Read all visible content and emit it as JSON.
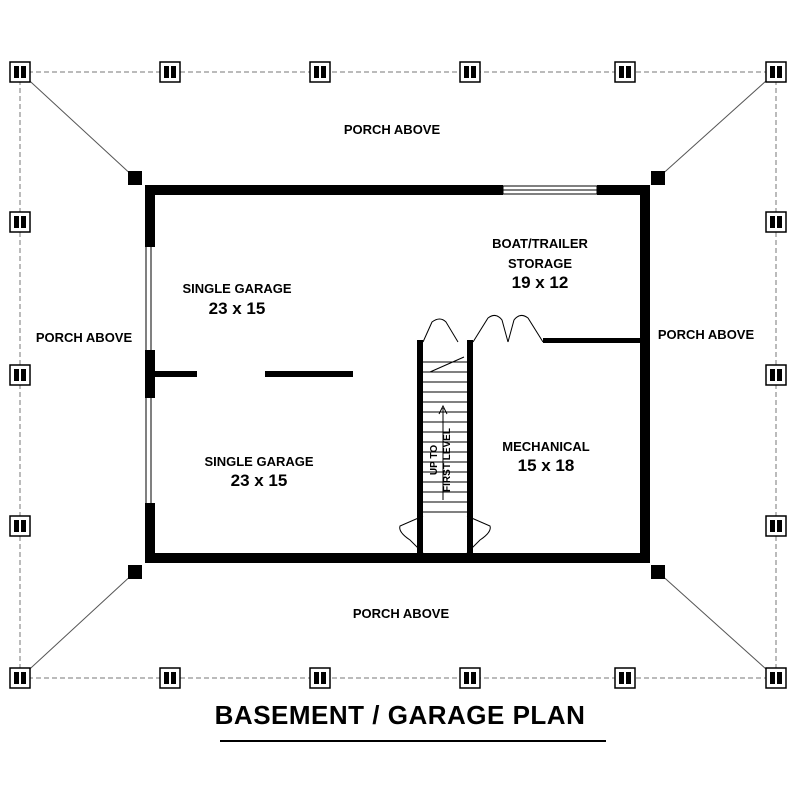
{
  "title": "BASEMENT / GARAGE PLAN",
  "porch": {
    "top": "PORCH ABOVE",
    "left": "PORCH ABOVE",
    "right": "PORCH ABOVE",
    "bottom": "PORCH ABOVE"
  },
  "rooms": {
    "garage_top": {
      "name": "SINGLE GARAGE",
      "size": "23 x 15"
    },
    "garage_bottom": {
      "name": "SINGLE GARAGE",
      "size": "23 x 15"
    },
    "boat_storage": {
      "name_line1": "BOAT/TRAILER",
      "name_line2": "STORAGE",
      "size": "19 x 12"
    },
    "mechanical": {
      "name": "MECHANICAL",
      "size": "15 x 18"
    }
  },
  "stair": {
    "line1": "UP TO",
    "line2": "FIRST LEVEL"
  }
}
